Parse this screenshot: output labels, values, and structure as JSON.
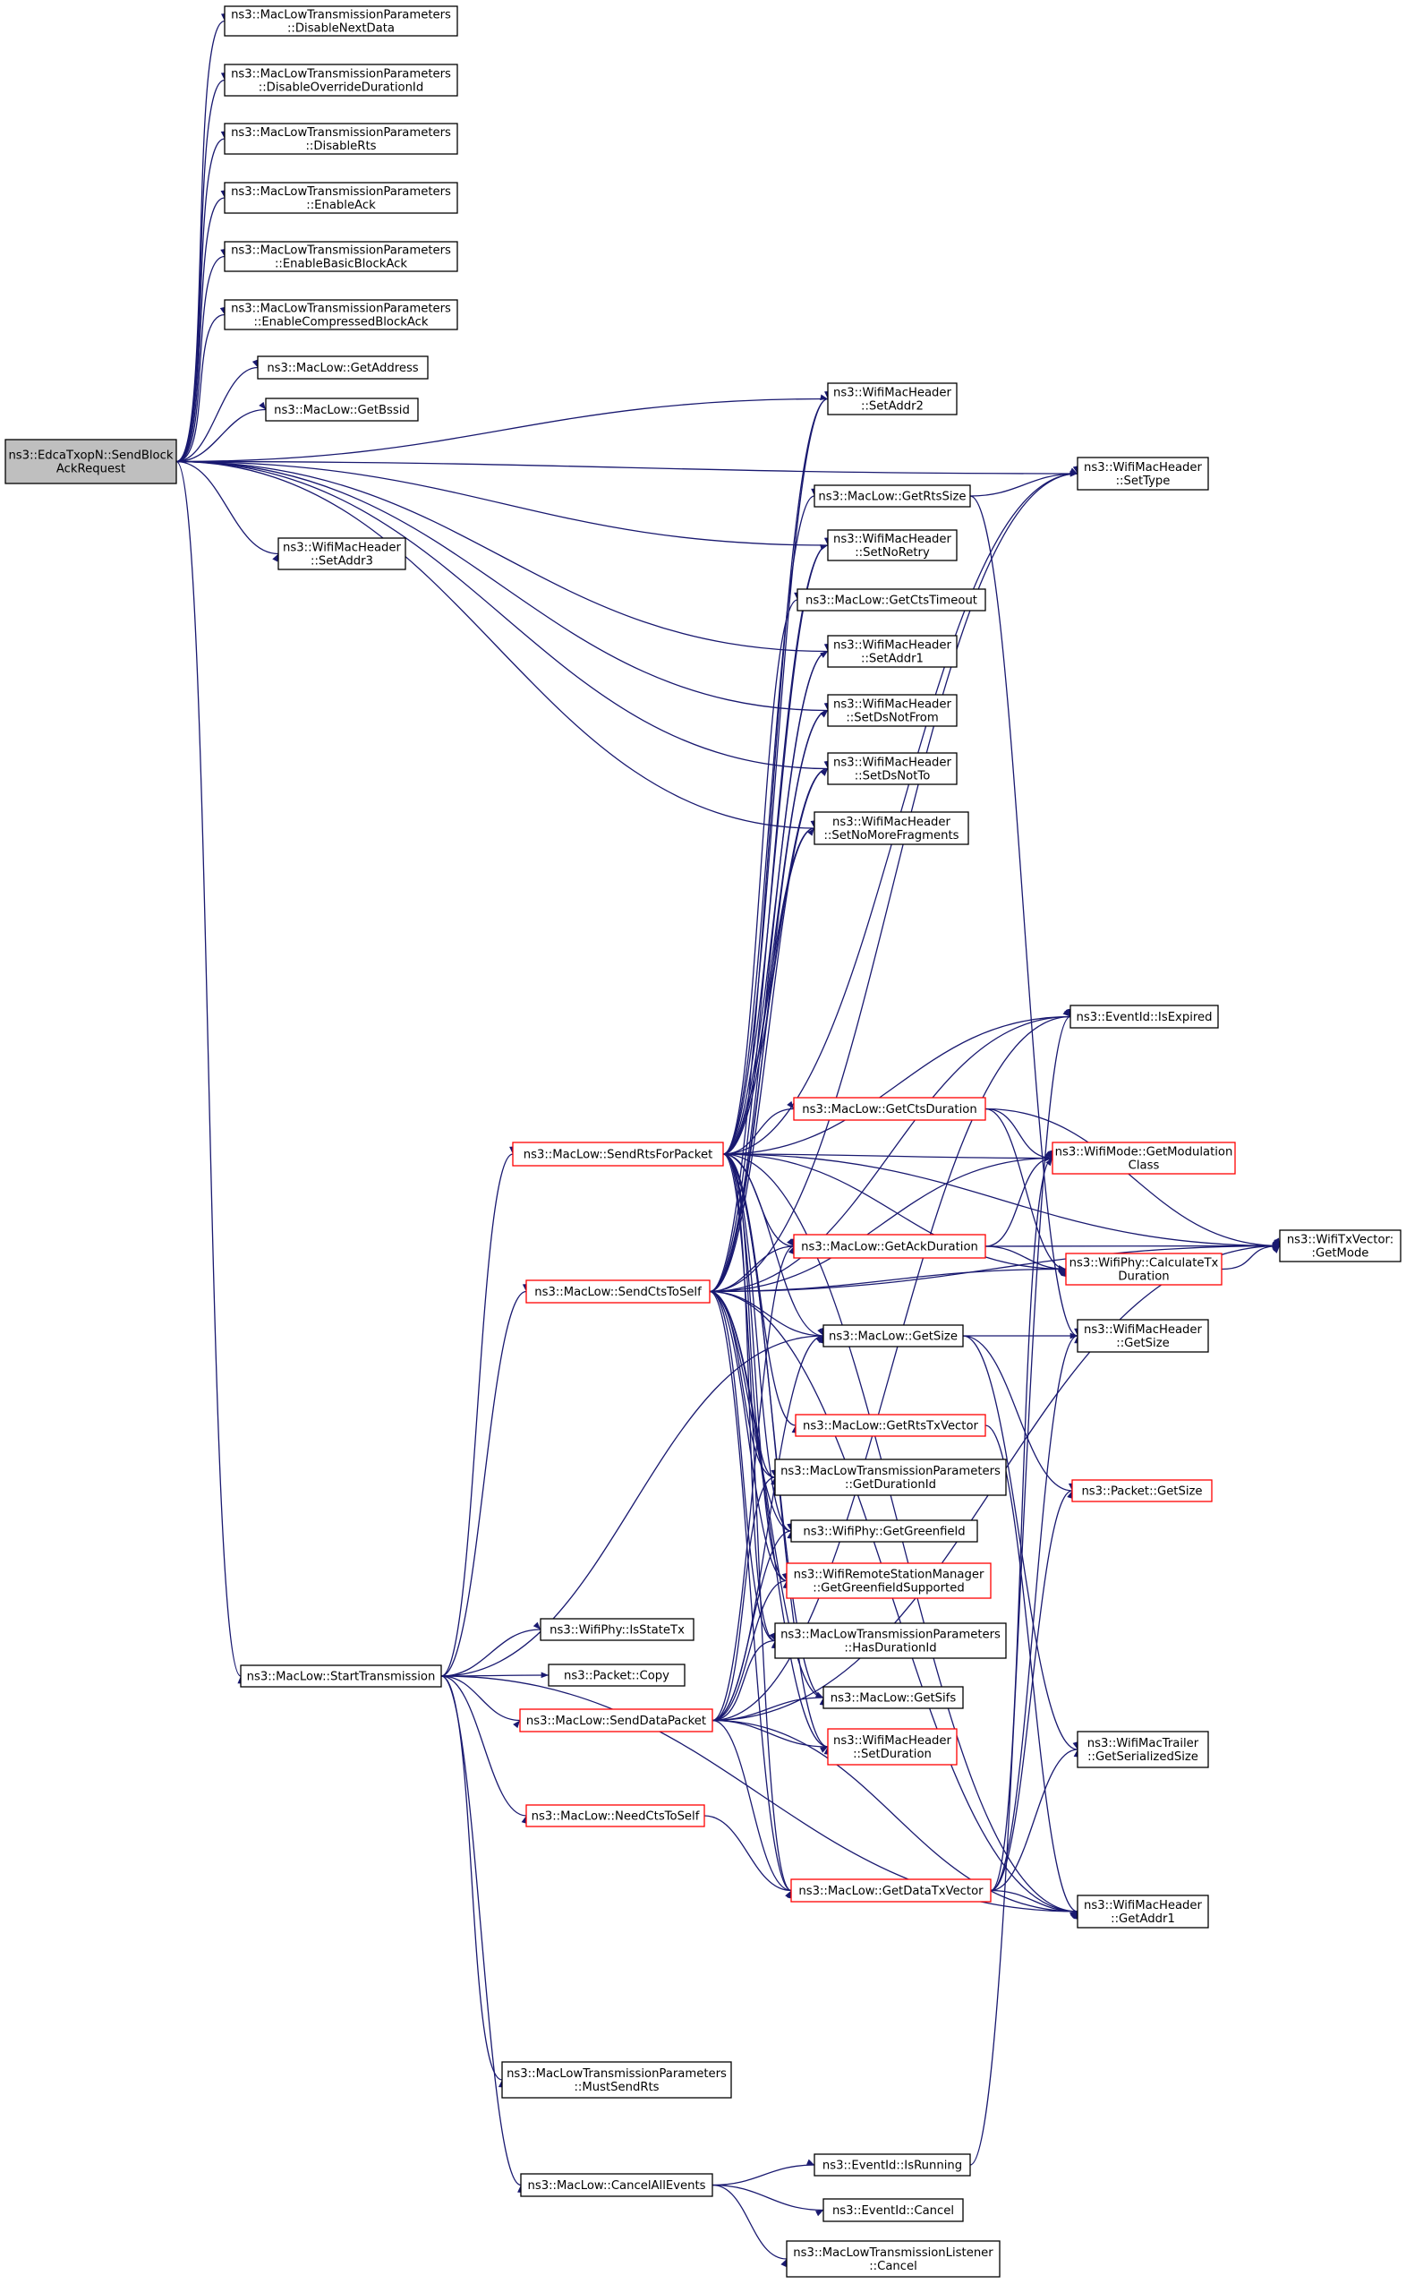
{
  "diagram": {
    "type": "call-graph",
    "colors": {
      "edge": "#191970",
      "node_border": "#000000",
      "highlight_border": "#ff0000",
      "root_fill": "#bfbfbf"
    },
    "nodes": [
      {
        "id": "root",
        "lines": [
          "ns3::EdcaTxopN::SendBlock",
          "AckRequest"
        ],
        "style": "root"
      },
      {
        "id": "disableNextData",
        "lines": [
          "ns3::MacLowTransmissionParameters",
          "::DisableNextData"
        ]
      },
      {
        "id": "disableOverride",
        "lines": [
          "ns3::MacLowTransmissionParameters",
          "::DisableOverrideDurationId"
        ]
      },
      {
        "id": "disableRts",
        "lines": [
          "ns3::MacLowTransmissionParameters",
          "::DisableRts"
        ]
      },
      {
        "id": "enableAck",
        "lines": [
          "ns3::MacLowTransmissionParameters",
          "::EnableAck"
        ]
      },
      {
        "id": "enableBasic",
        "lines": [
          "ns3::MacLowTransmissionParameters",
          "::EnableBasicBlockAck"
        ]
      },
      {
        "id": "enableCompressed",
        "lines": [
          "ns3::MacLowTransmissionParameters",
          "::EnableCompressedBlockAck"
        ]
      },
      {
        "id": "getAddress",
        "lines": [
          "ns3::MacLow::GetAddress"
        ]
      },
      {
        "id": "getBssid",
        "lines": [
          "ns3::MacLow::GetBssid"
        ]
      },
      {
        "id": "setAddr3",
        "lines": [
          "ns3::WifiMacHeader",
          "::SetAddr3"
        ]
      },
      {
        "id": "startTx",
        "lines": [
          "ns3::MacLow::StartTransmission"
        ]
      },
      {
        "id": "setAddr2",
        "lines": [
          "ns3::WifiMacHeader",
          "::SetAddr2"
        ]
      },
      {
        "id": "getRtsSize",
        "lines": [
          "ns3::MacLow::GetRtsSize"
        ]
      },
      {
        "id": "setType",
        "lines": [
          "ns3::WifiMacHeader",
          "::SetType"
        ]
      },
      {
        "id": "setNoRetry",
        "lines": [
          "ns3::WifiMacHeader",
          "::SetNoRetry"
        ]
      },
      {
        "id": "getCtsTimeout",
        "lines": [
          "ns3::MacLow::GetCtsTimeout"
        ]
      },
      {
        "id": "setAddr1",
        "lines": [
          "ns3::WifiMacHeader",
          "::SetAddr1"
        ]
      },
      {
        "id": "setDsNotFrom",
        "lines": [
          "ns3::WifiMacHeader",
          "::SetDsNotFrom"
        ]
      },
      {
        "id": "setDsNotTo",
        "lines": [
          "ns3::WifiMacHeader",
          "::SetDsNotTo"
        ]
      },
      {
        "id": "setNoMoreFrag",
        "lines": [
          "ns3::WifiMacHeader",
          "::SetNoMoreFragments"
        ]
      },
      {
        "id": "isExpired",
        "lines": [
          "ns3::EventId::IsExpired"
        ]
      },
      {
        "id": "sendRts",
        "lines": [
          "ns3::MacLow::SendRtsForPacket"
        ],
        "style": "red"
      },
      {
        "id": "getCtsDuration",
        "lines": [
          "ns3::MacLow::GetCtsDuration"
        ],
        "style": "red"
      },
      {
        "id": "getModClass",
        "lines": [
          "ns3::WifiMode::GetModulation",
          "Class"
        ],
        "style": "red"
      },
      {
        "id": "getMode",
        "lines": [
          "ns3::WifiTxVector:",
          ":GetMode"
        ]
      },
      {
        "id": "getAckDuration",
        "lines": [
          "ns3::MacLow::GetAckDuration"
        ],
        "style": "red"
      },
      {
        "id": "calcTxDur",
        "lines": [
          "ns3::WifiPhy::CalculateTx",
          "Duration"
        ],
        "style": "red"
      },
      {
        "id": "sendCts",
        "lines": [
          "ns3::MacLow::SendCtsToSelf"
        ],
        "style": "red"
      },
      {
        "id": "getSize",
        "lines": [
          "ns3::MacLow::GetSize"
        ]
      },
      {
        "id": "hdrGetSize",
        "lines": [
          "ns3::WifiMacHeader",
          "::GetSize"
        ]
      },
      {
        "id": "getRtsTxVector",
        "lines": [
          "ns3::MacLow::GetRtsTxVector"
        ],
        "style": "red"
      },
      {
        "id": "pktGetSize",
        "lines": [
          "ns3::Packet::GetSize"
        ],
        "style": "red"
      },
      {
        "id": "getDurationId",
        "lines": [
          "ns3::MacLowTransmissionParameters",
          "::GetDurationId"
        ]
      },
      {
        "id": "getGreenfield",
        "lines": [
          "ns3::WifiPhy::GetGreenfield"
        ]
      },
      {
        "id": "greenfieldSupported",
        "lines": [
          "ns3::WifiRemoteStationManager",
          "::GetGreenfieldSupported"
        ],
        "style": "red"
      },
      {
        "id": "hasDurationId",
        "lines": [
          "ns3::MacLowTransmissionParameters",
          "::HasDurationId"
        ]
      },
      {
        "id": "isStateTx",
        "lines": [
          "ns3::WifiPhy::IsStateTx"
        ]
      },
      {
        "id": "pktCopy",
        "lines": [
          "ns3::Packet::Copy"
        ]
      },
      {
        "id": "getSifs",
        "lines": [
          "ns3::MacLow::GetSifs"
        ]
      },
      {
        "id": "sendData",
        "lines": [
          "ns3::MacLow::SendDataPacket"
        ],
        "style": "red"
      },
      {
        "id": "setDuration",
        "lines": [
          "ns3::WifiMacHeader",
          "::SetDuration"
        ],
        "style": "red"
      },
      {
        "id": "trailerSize",
        "lines": [
          "ns3::WifiMacTrailer",
          "::GetSerializedSize"
        ]
      },
      {
        "id": "needCts",
        "lines": [
          "ns3::MacLow::NeedCtsToSelf"
        ],
        "style": "red"
      },
      {
        "id": "getDataTxVector",
        "lines": [
          "ns3::MacLow::GetDataTxVector"
        ],
        "style": "red"
      },
      {
        "id": "getAddr1",
        "lines": [
          "ns3::WifiMacHeader",
          "::GetAddr1"
        ]
      },
      {
        "id": "mustSendRts",
        "lines": [
          "ns3::MacLowTransmissionParameters",
          "::MustSendRts"
        ]
      },
      {
        "id": "isRunning",
        "lines": [
          "ns3::EventId::IsRunning"
        ]
      },
      {
        "id": "cancelAll",
        "lines": [
          "ns3::MacLow::CancelAllEvents"
        ]
      },
      {
        "id": "eventCancel",
        "lines": [
          "ns3::EventId::Cancel"
        ]
      },
      {
        "id": "listenerCancel",
        "lines": [
          "ns3::MacLowTransmissionListener",
          "::Cancel"
        ]
      }
    ],
    "edges": [
      [
        "root",
        "disableNextData"
      ],
      [
        "root",
        "disableOverride"
      ],
      [
        "root",
        "disableRts"
      ],
      [
        "root",
        "enableAck"
      ],
      [
        "root",
        "enableBasic"
      ],
      [
        "root",
        "enableCompressed"
      ],
      [
        "root",
        "getAddress"
      ],
      [
        "root",
        "getBssid"
      ],
      [
        "root",
        "setAddr2"
      ],
      [
        "root",
        "setType"
      ],
      [
        "root",
        "setNoRetry"
      ],
      [
        "root",
        "setAddr3"
      ],
      [
        "root",
        "setAddr1"
      ],
      [
        "root",
        "setDsNotFrom"
      ],
      [
        "root",
        "setDsNotTo"
      ],
      [
        "root",
        "setNoMoreFrag"
      ],
      [
        "root",
        "startTx"
      ],
      [
        "startTx",
        "sendRts"
      ],
      [
        "startTx",
        "sendCts"
      ],
      [
        "startTx",
        "getSize"
      ],
      [
        "startTx",
        "isStateTx"
      ],
      [
        "startTx",
        "pktCopy"
      ],
      [
        "startTx",
        "sendData"
      ],
      [
        "startTx",
        "needCts"
      ],
      [
        "startTx",
        "getAddr1"
      ],
      [
        "startTx",
        "mustSendRts"
      ],
      [
        "startTx",
        "cancelAll"
      ],
      [
        "sendRts",
        "setAddr2"
      ],
      [
        "sendRts",
        "getRtsSize"
      ],
      [
        "sendRts",
        "setType"
      ],
      [
        "sendRts",
        "setNoRetry"
      ],
      [
        "sendRts",
        "getCtsTimeout"
      ],
      [
        "sendRts",
        "setAddr1"
      ],
      [
        "sendRts",
        "setDsNotFrom"
      ],
      [
        "sendRts",
        "setDsNotTo"
      ],
      [
        "sendRts",
        "setNoMoreFrag"
      ],
      [
        "sendRts",
        "isExpired"
      ],
      [
        "sendRts",
        "getMode"
      ],
      [
        "sendRts",
        "getModClass"
      ],
      [
        "sendRts",
        "getCtsDuration"
      ],
      [
        "sendRts",
        "getAckDuration"
      ],
      [
        "sendRts",
        "calcTxDur"
      ],
      [
        "sendRts",
        "getSize"
      ],
      [
        "sendRts",
        "getRtsTxVector"
      ],
      [
        "sendRts",
        "getDurationId"
      ],
      [
        "sendRts",
        "getGreenfield"
      ],
      [
        "sendRts",
        "greenfieldSupported"
      ],
      [
        "sendRts",
        "hasDurationId"
      ],
      [
        "sendRts",
        "getSifs"
      ],
      [
        "sendRts",
        "setDuration"
      ],
      [
        "sendRts",
        "getDataTxVector"
      ],
      [
        "sendRts",
        "getAddr1"
      ],
      [
        "sendCts",
        "setAddr2"
      ],
      [
        "sendCts",
        "setType"
      ],
      [
        "sendCts",
        "setNoRetry"
      ],
      [
        "sendCts",
        "setAddr1"
      ],
      [
        "sendCts",
        "setDsNotFrom"
      ],
      [
        "sendCts",
        "setDsNotTo"
      ],
      [
        "sendCts",
        "setNoMoreFrag"
      ],
      [
        "sendCts",
        "isExpired"
      ],
      [
        "sendCts",
        "getModClass"
      ],
      [
        "sendCts",
        "getAckDuration"
      ],
      [
        "sendCts",
        "calcTxDur"
      ],
      [
        "sendCts",
        "getSize"
      ],
      [
        "sendCts",
        "getDurationId"
      ],
      [
        "sendCts",
        "getGreenfield"
      ],
      [
        "sendCts",
        "greenfieldSupported"
      ],
      [
        "sendCts",
        "hasDurationId"
      ],
      [
        "sendCts",
        "getSifs"
      ],
      [
        "sendCts",
        "setDuration"
      ],
      [
        "sendCts",
        "getDataTxVector"
      ],
      [
        "sendCts",
        "getAddr1"
      ],
      [
        "sendCts",
        "getMode"
      ],
      [
        "getRtsSize",
        "setType"
      ],
      [
        "getRtsSize",
        "hdrGetSize"
      ],
      [
        "getCtsDuration",
        "getModClass"
      ],
      [
        "getCtsDuration",
        "calcTxDur"
      ],
      [
        "getCtsDuration",
        "getMode"
      ],
      [
        "getAckDuration",
        "getModClass"
      ],
      [
        "getAckDuration",
        "calcTxDur"
      ],
      [
        "getAckDuration",
        "getMode"
      ],
      [
        "calcTxDur",
        "getMode"
      ],
      [
        "getSize",
        "hdrGetSize"
      ],
      [
        "getSize",
        "pktGetSize"
      ],
      [
        "getSize",
        "trailerSize"
      ],
      [
        "getRtsTxVector",
        "getAddr1"
      ],
      [
        "sendData",
        "getAckDuration"
      ],
      [
        "sendData",
        "getDurationId"
      ],
      [
        "sendData",
        "getGreenfield"
      ],
      [
        "sendData",
        "greenfieldSupported"
      ],
      [
        "sendData",
        "hasDurationId"
      ],
      [
        "sendData",
        "getSifs"
      ],
      [
        "sendData",
        "setDuration"
      ],
      [
        "sendData",
        "getDataTxVector"
      ],
      [
        "sendData",
        "getAddr1"
      ],
      [
        "sendData",
        "isExpired"
      ],
      [
        "sendData",
        "getMode"
      ],
      [
        "sendData",
        "getSize"
      ],
      [
        "needCts",
        "getDataTxVector"
      ],
      [
        "getDataTxVector",
        "hdrGetSize"
      ],
      [
        "getDataTxVector",
        "pktGetSize"
      ],
      [
        "getDataTxVector",
        "trailerSize"
      ],
      [
        "getDataTxVector",
        "getAddr1"
      ],
      [
        "getDataTxVector",
        "getModClass"
      ],
      [
        "cancelAll",
        "isRunning"
      ],
      [
        "cancelAll",
        "eventCancel"
      ],
      [
        "cancelAll",
        "listenerCancel"
      ],
      [
        "isRunning",
        "isExpired"
      ]
    ]
  }
}
